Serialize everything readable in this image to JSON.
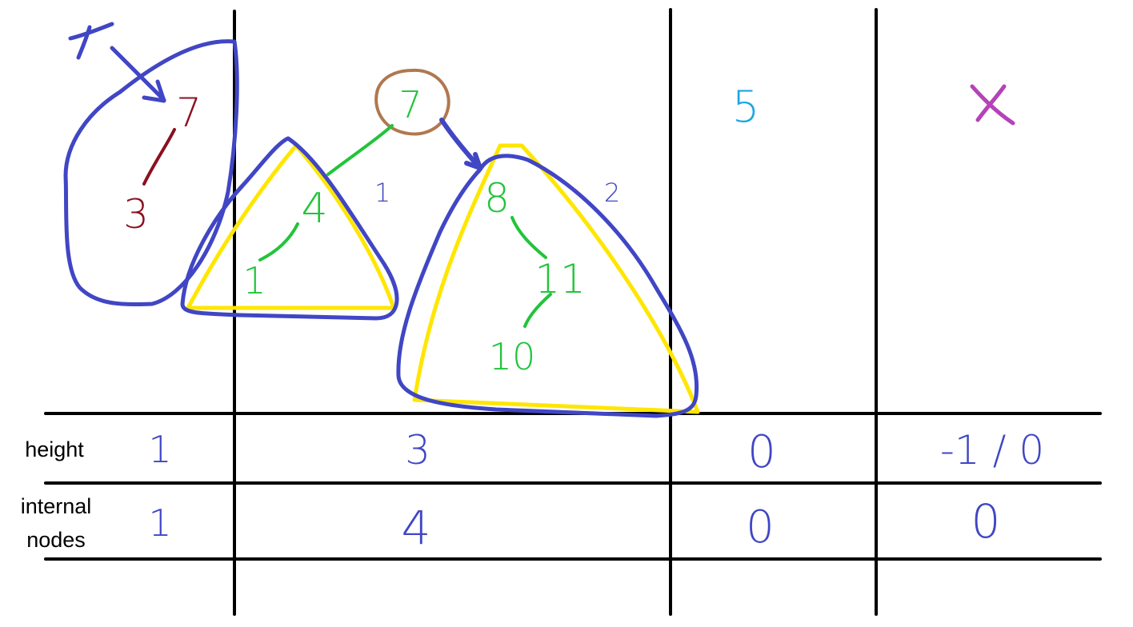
{
  "colors": {
    "grid": "#000000",
    "blue_ink": "#4046c4",
    "green_ink": "#22c43a",
    "dark_red_ink": "#8b1020",
    "brown_ink": "#b0784f",
    "yellow_highlight": "#ffe600",
    "cyan_ink": "#1aa6e6",
    "magenta_ink": "#b542b8"
  },
  "row_labels": {
    "height": "height",
    "internal_nodes_line1": "internal",
    "internal_nodes_line2": "nodes"
  },
  "pointer_label": "x",
  "tree_a": {
    "root": "7",
    "child": "3"
  },
  "tree_b": {
    "root": "7",
    "left_child": "4",
    "left_grandchild": "1",
    "right_child": "8",
    "right_grandchild": "11",
    "right_great_grandchild": "10",
    "left_subtree_height": "1",
    "right_subtree_height": "2"
  },
  "column_3_value": "5",
  "column_4_value": "x",
  "table": {
    "height_values": [
      "1",
      "3",
      "0",
      "-1 / 0"
    ],
    "internal_node_values": [
      "1",
      "4",
      "0",
      "0"
    ]
  }
}
